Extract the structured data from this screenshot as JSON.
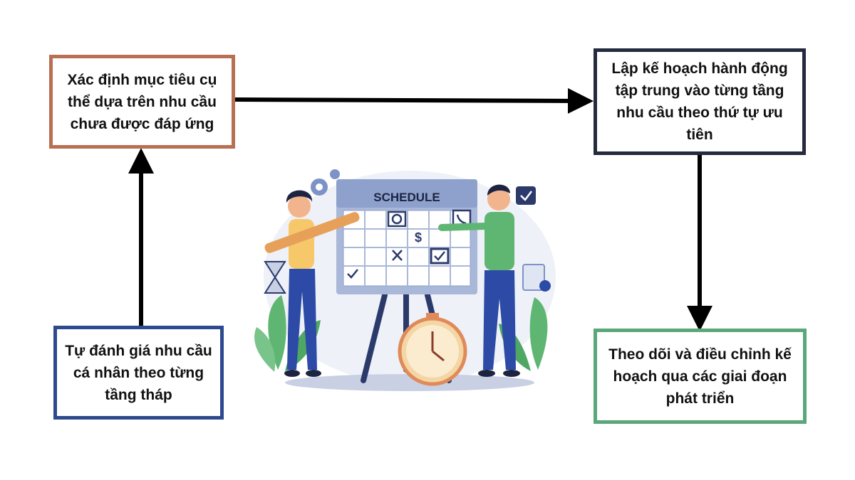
{
  "boxes": {
    "top_left": {
      "lines": [
        "Xác định mục tiêu cụ",
        "thể dựa trên nhu cầu",
        "chưa được đáp ứng"
      ],
      "border_color": "#b86f52"
    },
    "top_right": {
      "lines": [
        "Lập kế hoạch hành động",
        "tập trung vào từng tầng",
        "nhu cầu theo thứ tự ưu tiên"
      ],
      "border_color": "#252a3e"
    },
    "bottom_left": {
      "lines": [
        "Tự đánh giá nhu cầu",
        "cá nhân theo từng",
        "tầng tháp"
      ],
      "border_color": "#2d4a8e"
    },
    "bottom_right": {
      "lines": [
        "Theo dõi và điều chỉnh kế",
        "hoạch qua các giai đoạn",
        "phát triển"
      ],
      "border_color": "#5aa779"
    }
  },
  "illustration": {
    "board_title": "SCHEDULE",
    "calendar_symbols": [
      "dollar-icon",
      "clock-icon",
      "phone-icon",
      "check-icon",
      "cross-icon"
    ]
  },
  "colors": {
    "arrow": "#000000",
    "board": "#a9b8d9",
    "board_header": "#8ea1cc",
    "leaf": "#5fb673",
    "clock": "#f3d6a3"
  }
}
